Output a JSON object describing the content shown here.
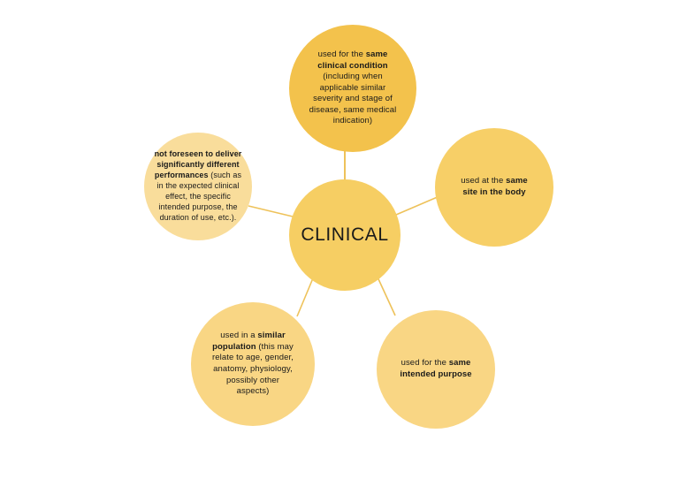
{
  "diagram": {
    "type": "hub-and-spoke",
    "center": {
      "id": "clinical",
      "label": "CLINICAL",
      "color": "#f6ce63"
    },
    "nodes": [
      {
        "id": "same-clinical-condition",
        "position": "top",
        "color": "#f3c24c",
        "text_plain": "used for the same clinical condition (including when applicable similar severity and stage of disease, same medical indication)",
        "segments": [
          {
            "text": "used for the ",
            "bold": false
          },
          {
            "text": "same clinical condition",
            "bold": true
          },
          {
            "text": " (including when applicable similar severity and stage of disease, same medical indication)",
            "bold": false
          }
        ]
      },
      {
        "id": "same-site-in-the-body",
        "position": "right",
        "color": "#f7cf67",
        "text_plain": "used at the same site in the body",
        "segments": [
          {
            "text": "used at the ",
            "bold": false
          },
          {
            "text": "same site in the body",
            "bold": true
          }
        ]
      },
      {
        "id": "same-intended-purpose",
        "position": "bottom-right",
        "color": "#f9d684",
        "text_plain": "used for the same intended purpose",
        "segments": [
          {
            "text": "used for the ",
            "bold": false
          },
          {
            "text": "same intended purpose",
            "bold": true
          }
        ]
      },
      {
        "id": "similar-population",
        "position": "bottom-left",
        "color": "#f9d684",
        "text_plain": "used in a similar population (this may relate to age, gender, anatomy, physiology, possibly other aspects)",
        "segments": [
          {
            "text": "used in a ",
            "bold": false
          },
          {
            "text": "similar population",
            "bold": true
          },
          {
            "text": " (this may relate to age, gender, anatomy, physiology, possibly other aspects)",
            "bold": false
          }
        ]
      },
      {
        "id": "not-foreseen-different-performances",
        "position": "left",
        "color": "#f9dd9b",
        "text_plain": "not foreseen to deliver significantly different performances (such as in the expected clinical effect, the specific intended purpose, the duration of use, etc.).",
        "segments": [
          {
            "text": "not foreseen to deliver significantly different performances",
            "bold": true
          },
          {
            "text": " (such as in the expected clinical effect, the specific intended purpose, the duration of use, etc.).",
            "bold": false
          }
        ]
      }
    ],
    "connector_color": "#eec25a"
  }
}
